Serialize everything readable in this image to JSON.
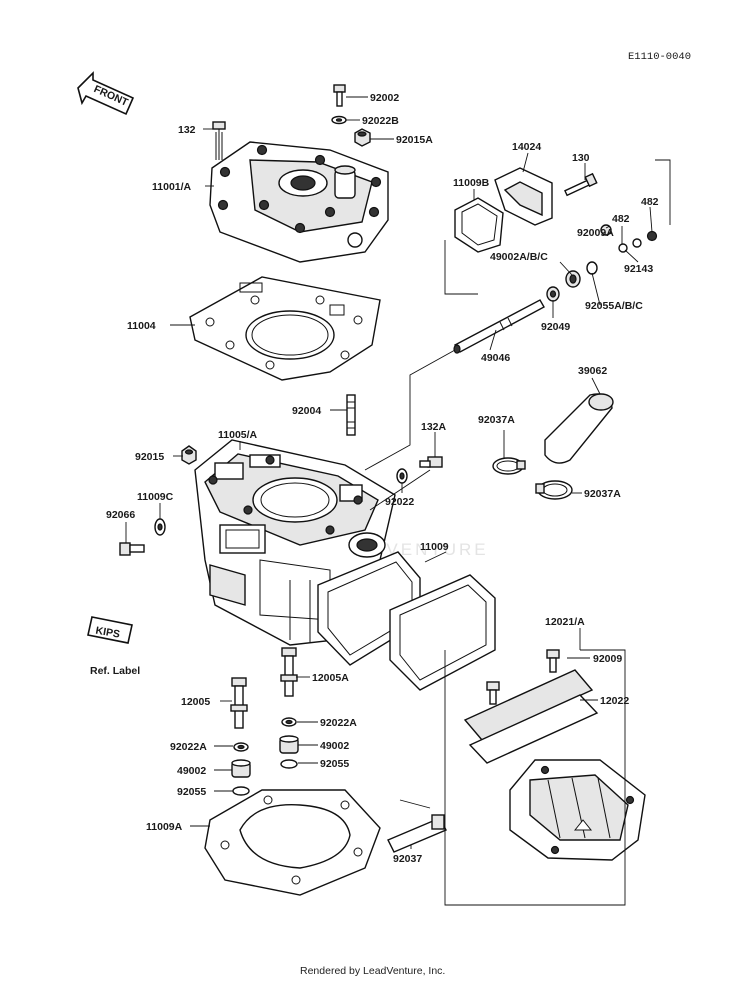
{
  "header": {
    "diagram_code": "E1110-0040"
  },
  "badges": {
    "front": "FRONT",
    "kips": "KIPS",
    "ref_label": "Ref. Label"
  },
  "watermark": "LEADVENTURE",
  "footer": {
    "rendered_by": "Rendered by LeadVenture, Inc."
  },
  "labels": {
    "p92002": "92002",
    "p92022B": "92022B",
    "p132": "132",
    "p92015A": "92015A",
    "p11001A": "11001/A",
    "p14024": "14024",
    "p130": "130",
    "p11009B": "11009B",
    "p92009A": "92009A",
    "p482a": "482",
    "p482b": "482",
    "p49002ABC": "49002A/B/C",
    "p92143": "92143",
    "p92055ABC": "92055A/B/C",
    "p92049": "92049",
    "p11004": "11004",
    "p49046": "49046",
    "p39062": "39062",
    "p92004": "92004",
    "p132A": "132A",
    "p92037A_top": "92037A",
    "p92015": "92015",
    "p11005A": "11005/A",
    "p92022": "92022",
    "p92037A_bot": "92037A",
    "p11009C": "11009C",
    "p92066": "92066",
    "p11009": "11009",
    "p12021A": "12021/A",
    "p92009": "92009",
    "p12005A": "12005A",
    "p12022": "12022",
    "p12005": "12005",
    "p92022A_r": "92022A",
    "p92022A_l": "92022A",
    "p49002_r": "49002",
    "p92055_r": "92055",
    "p49002_l": "49002",
    "p92055_l": "92055",
    "p11009A": "11009A",
    "p92037": "92037"
  }
}
